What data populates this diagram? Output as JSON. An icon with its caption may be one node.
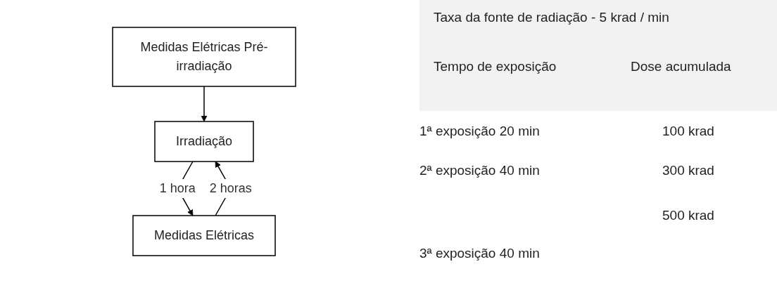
{
  "diagram": {
    "nodes": [
      {
        "text": [
          "Medidas Elétricas Pré-irradiação"
        ]
      },
      {
        "text": [
          "Irradiação"
        ]
      },
      {
        "text": [
          "Medidas Elétricas"
        ]
      }
    ],
    "edges": [
      {
        "from": 0,
        "to": 1,
        "arrow": "to"
      },
      {
        "from": 1,
        "to": 2,
        "arrow": "to",
        "label": "1 hora"
      },
      {
        "from": 2,
        "to": 1,
        "arrow": "to",
        "label": "2 horas"
      }
    ],
    "labels": [
      "Taxa da fonte de radiação - 5 krad / min",
      "Tempo de exposição",
      "Dose acumulada",
      "1ª exposição 20 min",
      "100 krad",
      "2ª exposição 40 min",
      "300 krad",
      "500 krad",
      "3ª exposição 40 min"
    ]
  }
}
